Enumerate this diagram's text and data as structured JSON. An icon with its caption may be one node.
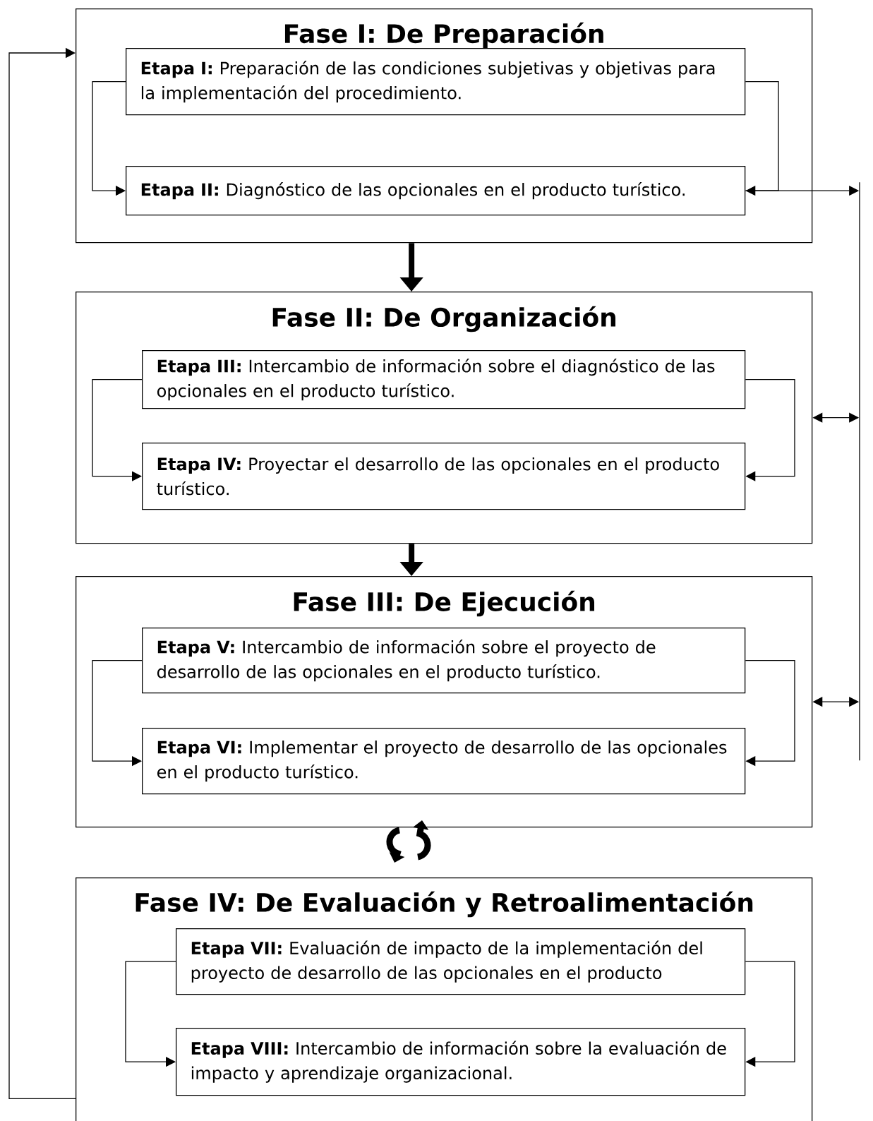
{
  "diagram": {
    "nodes": [
      {
        "text": [
          "Fase I: De Preparación"
        ]
      },
      {
        "text": [
          "**Etapa I:** Preparación de las condiciones subjetivas y objetivas para la implementación del procedimiento."
        ],
        "in": 0
      },
      {
        "text": [
          "**Etapa II:** Diagnóstico de las opcionales en el producto turístico."
        ],
        "in": 0
      },
      {
        "text": [
          "Fase II: De Organización"
        ]
      },
      {
        "text": [
          "**Etapa III:** Intercambio de información sobre el diagnóstico de las opcionales en el producto turístico."
        ],
        "in": 3
      },
      {
        "text": [
          "**Etapa IV:** Proyectar el desarrollo de las opcionales en el producto turístico."
        ],
        "in": 3
      },
      {
        "text": [
          "Fase III: De Ejecución"
        ]
      },
      {
        "text": [
          "**Etapa V:** Intercambio de información sobre el proyecto de desarrollo de las opcionales en el producto turístico."
        ],
        "in": 6
      },
      {
        "text": [
          "**Etapa VI:** Implementar el proyecto de desarrollo de las opcionales en el producto turístico."
        ],
        "in": 6
      },
      {
        "text": [
          "Fase IV: De Evaluación y Retroalimentación"
        ]
      },
      {
        "text": [
          "**Etapa VII:** Evaluación de impacto de la implementación del proyecto de desarrollo de las opcionales en el producto"
        ],
        "in": 9
      },
      {
        "text": [
          "**Etapa VIII:** Intercambio de información sobre la evaluación de impacto y aprendizaje organizacional."
        ],
        "in": 9
      },
      {
        "text": [],
        "shape": "bar"
      }
    ],
    "edges": [
      {
        "from": 1,
        "to": 2,
        "arrow": "to"
      },
      {
        "from": 1,
        "to": 2,
        "arrow": "to"
      },
      {
        "from": 0,
        "to": 3,
        "arrow": "to",
        "style": "thick"
      },
      {
        "from": 4,
        "to": 5,
        "arrow": "to"
      },
      {
        "from": 4,
        "to": 5,
        "arrow": "to"
      },
      {
        "from": 3,
        "to": 6,
        "arrow": "to",
        "style": "thick"
      },
      {
        "from": 7,
        "to": 8,
        "arrow": "to"
      },
      {
        "from": 7,
        "to": 8,
        "arrow": "to"
      },
      {
        "from": 10,
        "to": 11,
        "arrow": "to"
      },
      {
        "from": 10,
        "to": 11,
        "arrow": "to"
      },
      {
        "from": 9,
        "to": 0,
        "arrow": "to"
      },
      {
        "from": 2,
        "to": 12,
        "arrow": "to"
      },
      {
        "from": 3,
        "to": 12,
        "arrow": "both"
      },
      {
        "from": 6,
        "to": 12,
        "arrow": "both"
      }
    ]
  }
}
